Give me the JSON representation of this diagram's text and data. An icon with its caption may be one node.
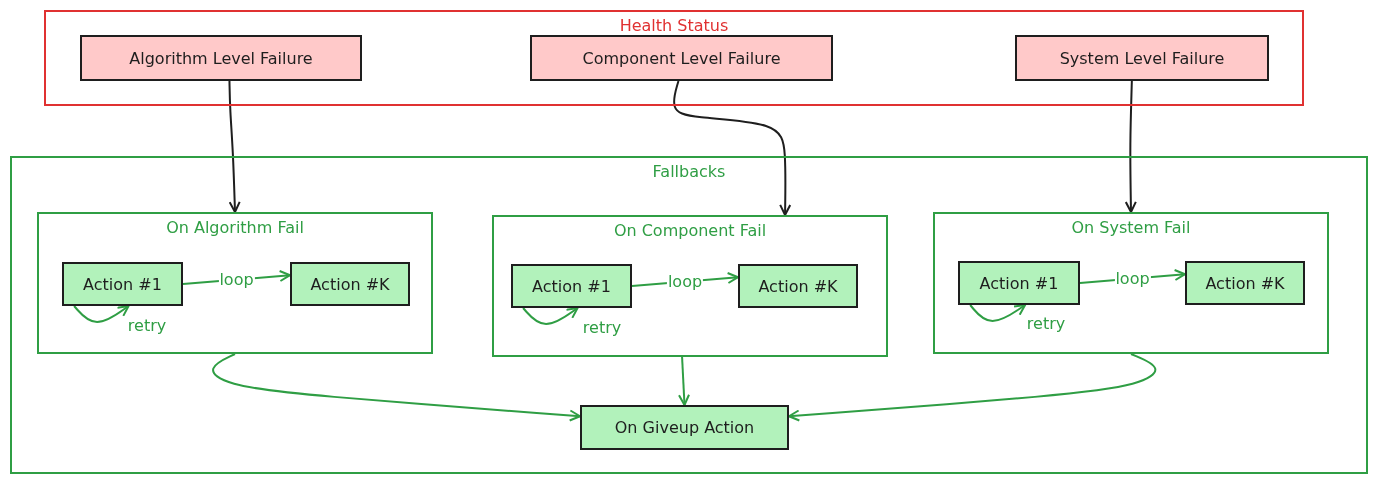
{
  "diagram": {
    "nodes": [
      {
        "text": [
          "Health Status"
        ]
      },
      {
        "text": [
          "Algorithm Level Failure"
        ],
        "in": 0
      },
      {
        "text": [
          "Component Level Failure"
        ],
        "in": 0
      },
      {
        "text": [
          "System Level Failure"
        ],
        "in": 0
      },
      {
        "text": [
          "Fallbacks"
        ]
      },
      {
        "text": [
          "On Algorithm Fail"
        ],
        "in": 4
      },
      {
        "text": [
          "Action #1"
        ],
        "in": 5
      },
      {
        "text": [
          "Action #K"
        ],
        "in": 5
      },
      {
        "text": [
          "On Component Fail"
        ],
        "in": 4
      },
      {
        "text": [
          "Action #1"
        ],
        "in": 8
      },
      {
        "text": [
          "Action #K"
        ],
        "in": 8
      },
      {
        "text": [
          "On System Fail"
        ],
        "in": 4
      },
      {
        "text": [
          "Action #1"
        ],
        "in": 11
      },
      {
        "text": [
          "Action #K"
        ],
        "in": 11
      },
      {
        "text": [
          "On Giveup Action"
        ],
        "in": 4
      }
    ],
    "edges": [
      {
        "from": 1,
        "to": 5,
        "arrow": "to",
        "color": "#1e1e1e"
      },
      {
        "from": 2,
        "to": 8,
        "arrow": "to",
        "color": "#1e1e1e"
      },
      {
        "from": 3,
        "to": 11,
        "arrow": "to",
        "color": "#1e1e1e"
      },
      {
        "from": 6,
        "to": 7,
        "arrow": "to",
        "label": "loop"
      },
      {
        "from": 6,
        "to": 6,
        "arrow": "to",
        "label": "retry"
      },
      {
        "from": 9,
        "to": 10,
        "arrow": "to",
        "label": "loop"
      },
      {
        "from": 9,
        "to": 9,
        "arrow": "to",
        "label": "retry"
      },
      {
        "from": 12,
        "to": 13,
        "arrow": "to",
        "label": "loop"
      },
      {
        "from": 12,
        "to": 12,
        "arrow": "to",
        "label": "retry"
      },
      {
        "from": 5,
        "to": 14,
        "arrow": "to"
      },
      {
        "from": 8,
        "to": 14,
        "arrow": "to"
      },
      {
        "from": 11,
        "to": 14,
        "arrow": "to"
      }
    ]
  }
}
